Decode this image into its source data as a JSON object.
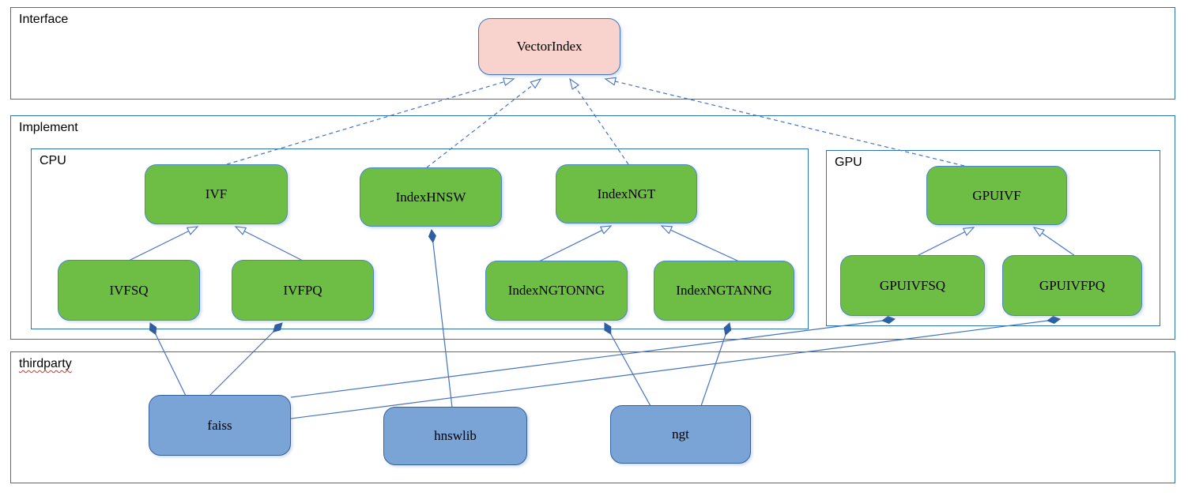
{
  "containers": {
    "interface": {
      "label": "Interface"
    },
    "implement": {
      "label": "Implement"
    },
    "cpu": {
      "label": "CPU"
    },
    "gpu": {
      "label": "GPU"
    },
    "thirdparty": {
      "label": "thirdparty",
      "spellcheck_underline": true
    }
  },
  "nodes": {
    "vectorindex": {
      "label": "VectorIndex",
      "group": "interface"
    },
    "ivf": {
      "label": "IVF",
      "group": "cpu"
    },
    "indexhnsw": {
      "label": "IndexHNSW",
      "group": "cpu"
    },
    "indexngt": {
      "label": "IndexNGT",
      "group": "cpu"
    },
    "gpuivf": {
      "label": "GPUIVF",
      "group": "gpu"
    },
    "ivfsq": {
      "label": "IVFSQ",
      "group": "cpu"
    },
    "ivfpq": {
      "label": "IVFPQ",
      "group": "cpu"
    },
    "indexngtonng": {
      "label": "IndexNGTONNG",
      "group": "cpu"
    },
    "indexngtanng": {
      "label": "IndexNGTANNG",
      "group": "cpu"
    },
    "gpuivfsq": {
      "label": "GPUIVFSQ",
      "group": "gpu"
    },
    "gpuivfpq": {
      "label": "GPUIVFPQ",
      "group": "gpu"
    },
    "faiss": {
      "label": "faiss",
      "group": "thirdparty"
    },
    "hnswlib": {
      "label": "hnswlib",
      "group": "thirdparty"
    },
    "ngt": {
      "label": "ngt",
      "group": "thirdparty"
    }
  },
  "relations": [
    {
      "from": "IVF",
      "to": "VectorIndex",
      "type": "realization-dashed"
    },
    {
      "from": "IndexHNSW",
      "to": "VectorIndex",
      "type": "realization-dashed"
    },
    {
      "from": "IndexNGT",
      "to": "VectorIndex",
      "type": "realization-dashed"
    },
    {
      "from": "GPUIVF",
      "to": "VectorIndex",
      "type": "realization-dashed"
    },
    {
      "from": "IVFSQ",
      "to": "IVF",
      "type": "generalization"
    },
    {
      "from": "IVFPQ",
      "to": "IVF",
      "type": "generalization"
    },
    {
      "from": "IndexNGTONNG",
      "to": "IndexNGT",
      "type": "generalization"
    },
    {
      "from": "IndexNGTANNG",
      "to": "IndexNGT",
      "type": "generalization"
    },
    {
      "from": "GPUIVFSQ",
      "to": "GPUIVF",
      "type": "generalization"
    },
    {
      "from": "GPUIVFPQ",
      "to": "GPUIVF",
      "type": "generalization"
    },
    {
      "from": "IVFSQ",
      "to": "faiss",
      "type": "composition"
    },
    {
      "from": "IVFPQ",
      "to": "faiss",
      "type": "composition"
    },
    {
      "from": "IndexHNSW",
      "to": "hnswlib",
      "type": "composition"
    },
    {
      "from": "IndexNGTONNG",
      "to": "ngt",
      "type": "composition"
    },
    {
      "from": "IndexNGTANNG",
      "to": "ngt",
      "type": "composition"
    },
    {
      "from": "GPUIVFSQ",
      "to": "faiss",
      "type": "composition"
    },
    {
      "from": "GPUIVFPQ",
      "to": "faiss",
      "type": "composition"
    }
  ],
  "colors": {
    "interface_node_fill": "#f8d3ce",
    "class_node_fill": "#6ebe46",
    "library_node_fill": "#7aa3d6",
    "container_border": "#2e74b5",
    "connector_line": "#4472c4",
    "composition_diamond": "#2e5fa3",
    "spellcheck_underline": "#d93025"
  }
}
